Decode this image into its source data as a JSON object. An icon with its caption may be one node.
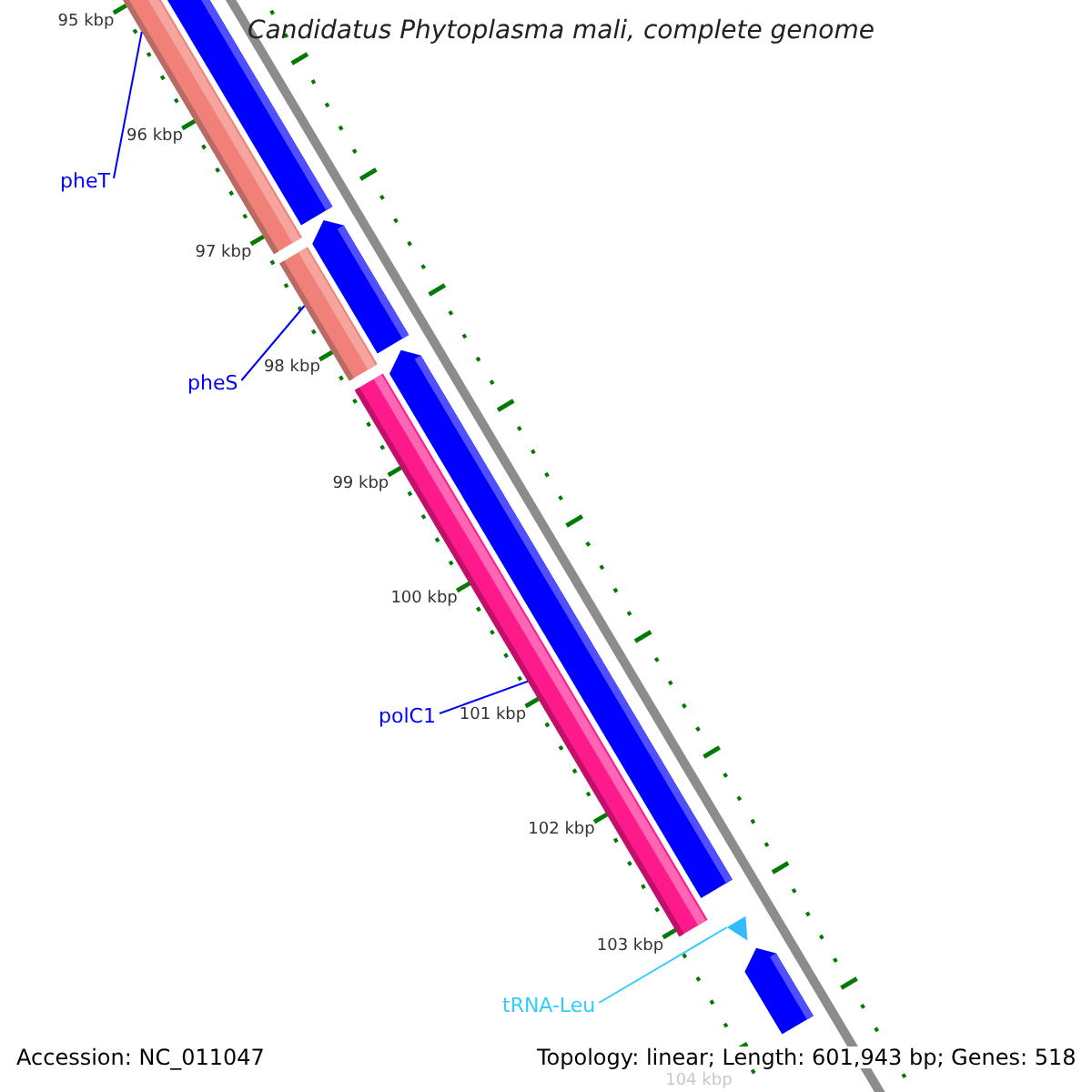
{
  "diagram": {
    "title": "Candidatus Phytoplasma mali, complete genome",
    "nodes": [
      {
        "text": [
          "pheT"
        ]
      },
      {
        "text": [],
        "shape": "bar"
      },
      {
        "text": [
          "pheS"
        ]
      },
      {
        "text": [],
        "shape": "bar"
      },
      {
        "text": [
          "polC1"
        ]
      },
      {
        "text": [],
        "shape": "bar"
      },
      {
        "text": [
          "tRNA-Leu"
        ]
      },
      {
        "text": [],
        "shape": "triangle"
      },
      {
        "text": [],
        "shape": "bar"
      },
      {
        "text": [],
        "shape": "bar"
      },
      {
        "text": [],
        "shape": "bar"
      },
      {
        "text": [],
        "shape": "bar"
      }
    ],
    "edges": [
      {
        "from": 0,
        "to": 1,
        "arrow": "none"
      },
      {
        "from": 2,
        "to": 3,
        "arrow": "none"
      },
      {
        "from": 4,
        "to": 5,
        "arrow": "none"
      },
      {
        "from": 6,
        "to": 7,
        "arrow": "none",
        "color": "#33ccff"
      }
    ],
    "labels": [
      "95 kbp",
      "96 kbp",
      "97 kbp",
      "98 kbp",
      "99 kbp",
      "100 kbp",
      "101 kbp",
      "102 kbp",
      "103 kbp",
      "104 kbp",
      "Accession: NC_011047",
      "Topology: linear; Length: 601,943 bp; Genes: 518"
    ]
  }
}
